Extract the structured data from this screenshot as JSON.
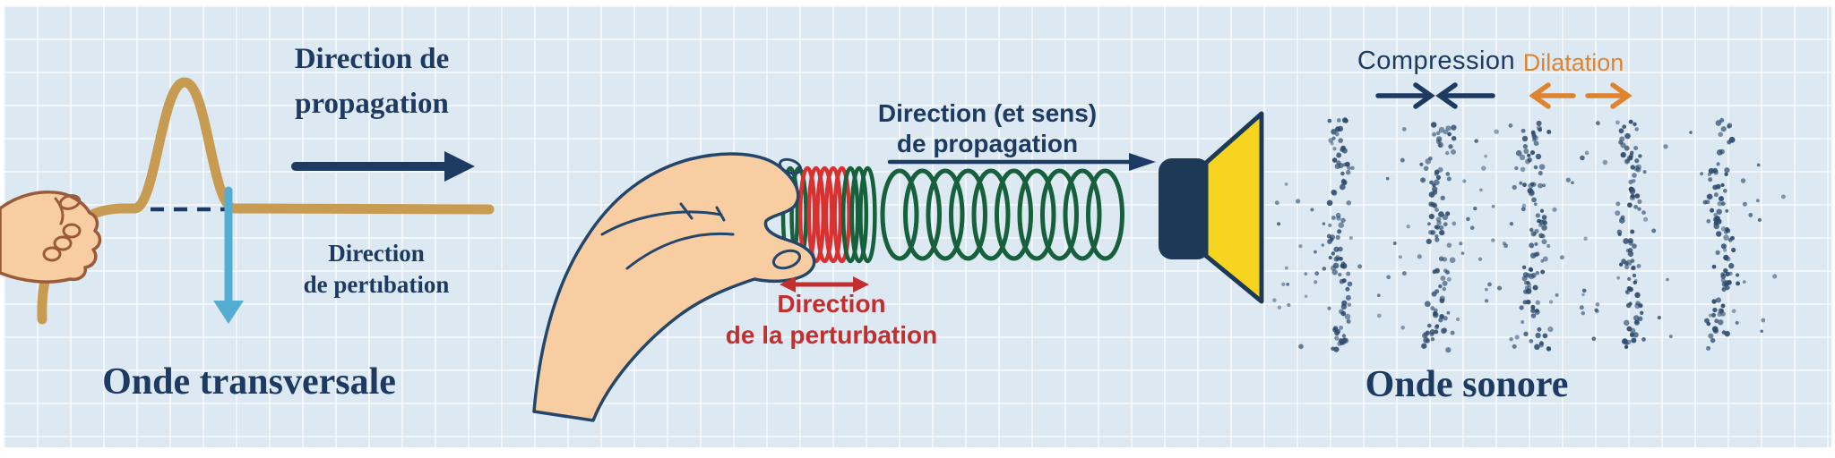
{
  "panels": {
    "transverse": {
      "propagation_line1": "Direction de",
      "propagation_line2": "propagation",
      "perturbation_line1": "Direction",
      "perturbation_line2": "de pertıbation",
      "title": "Onde transversale"
    },
    "longitudinal": {
      "propagation_line1": "Direction (et sens)",
      "propagation_line2": "de propagation",
      "perturbation_line1": "Direction",
      "perturbation_line2": "de la perturbation"
    },
    "sound": {
      "compression_label": "Compression",
      "dilatation_label": "Dilatation",
      "title": "Onde sonore",
      "dot_band_centers_x": [
        1494,
        1606,
        1716,
        1820,
        1920
      ]
    }
  },
  "colors": {
    "bg": "#dde9f2",
    "grid": "rgba(255,255,255,0.6)",
    "navy": "#1d3a63",
    "rope": "#c89b52",
    "blue-arrow": "#55aed2",
    "spring-green": "#17603c",
    "spring-red": "#d93030",
    "red-label": "#c32f2f",
    "orange": "#e0832f",
    "speaker-body": "#1c3a57",
    "speaker-cone": "#f6d41f",
    "dots": "#2c4a6e",
    "skin": "#f8cda2",
    "hand-outline-left": "#9a5b38",
    "hand-outline-mid": "#24466b"
  }
}
